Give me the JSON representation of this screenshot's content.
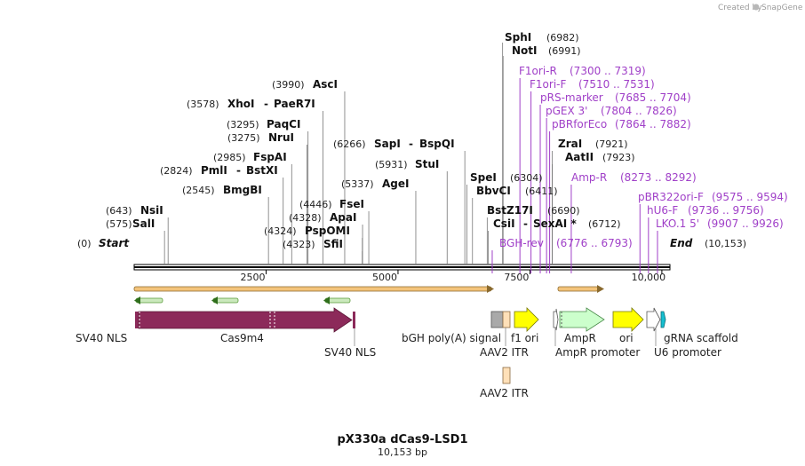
{
  "branding": {
    "created_by": "Created by",
    "app": "SnapGene"
  },
  "plasmid": {
    "name": "pX330a dCas9-LSD1",
    "length_label": "10,153 bp",
    "length": 10153
  },
  "ends": {
    "start": {
      "label": "Start",
      "pos": "(0)"
    },
    "end": {
      "label": "End",
      "pos": "(10,153)"
    }
  },
  "ticks": [
    {
      "bp": 2500,
      "label": "2500"
    },
    {
      "bp": 5000,
      "label": "5000"
    },
    {
      "bp": 7500,
      "label": "7500"
    },
    {
      "bp": 10000,
      "label": "10,000"
    }
  ],
  "sites": [
    {
      "name": "SphI",
      "pos": "(6982)",
      "bp": 6982
    },
    {
      "name": "NotI",
      "pos": "(6991)",
      "bp": 6991
    },
    {
      "name": "AscI",
      "pos": "(3990)",
      "bp": 3990
    },
    {
      "name": "XhoI",
      "pos": "(3578)",
      "bp": 3578,
      "extra": "PaeR7I"
    },
    {
      "name": "PaqCI",
      "pos": "(3295)",
      "bp": 3295
    },
    {
      "name": "NruI",
      "pos": "(3275)",
      "bp": 3275
    },
    {
      "name": "SapI",
      "pos": "(6266)",
      "bp": 6266,
      "extra": "BspQI"
    },
    {
      "name": "FspAI",
      "pos": "(2985)",
      "bp": 2985
    },
    {
      "name": "PmlI",
      "pos": "(2824)",
      "bp": 2824,
      "extra": "BstXI"
    },
    {
      "name": "StuI",
      "pos": "(5931)",
      "bp": 5931
    },
    {
      "name": "AgeI",
      "pos": "(5337)",
      "bp": 5337
    },
    {
      "name": "BmgBI",
      "pos": "(2545)",
      "bp": 2545
    },
    {
      "name": "SpeI",
      "pos": "(6304)",
      "bp": 6304
    },
    {
      "name": "BbvCI",
      "pos": "(6411)",
      "bp": 6411
    },
    {
      "name": "FseI",
      "pos": "(4446)",
      "bp": 4446
    },
    {
      "name": "NsiI",
      "pos": "(643)",
      "bp": 643
    },
    {
      "name": "ApaI",
      "pos": "(4328)",
      "bp": 4328
    },
    {
      "name": "BstZ17I",
      "pos": "(6690)",
      "bp": 6690
    },
    {
      "name": "SalI",
      "pos": "(575)",
      "bp": 575
    },
    {
      "name": "PspOMI",
      "pos": "(4324)",
      "bp": 4324
    },
    {
      "name": "CsiI",
      "pos": "(6712)",
      "bp": 6712,
      "extra": "SexAI *"
    },
    {
      "name": "SfiI",
      "pos": "(4323)",
      "bp": 4323
    },
    {
      "name": "ZraI",
      "pos": "(7921)",
      "bp": 7921
    },
    {
      "name": "AatII",
      "pos": "(7923)",
      "bp": 7923
    }
  ],
  "primers": [
    {
      "name": "F1ori-R",
      "range": "(7300 .. 7319)",
      "bp": 7310
    },
    {
      "name": "F1ori-F",
      "range": "(7510 .. 7531)",
      "bp": 7520
    },
    {
      "name": "pRS-marker",
      "range": "(7685 .. 7704)",
      "bp": 7695
    },
    {
      "name": "pGEX 3'",
      "range": "(7804 .. 7826)",
      "bp": 7815
    },
    {
      "name": "pBRforEco",
      "range": "(7864 .. 7882)",
      "bp": 7873
    },
    {
      "name": "Amp-R",
      "range": "(8273 .. 8292)",
      "bp": 8283
    },
    {
      "name": "pBR322ori-F",
      "range": "(9575 .. 9594)",
      "bp": 9585
    },
    {
      "name": "hU6-F",
      "range": "(9736 .. 9756)",
      "bp": 9746
    },
    {
      "name": "LKO.1 5'",
      "range": "(9907 .. 9926)",
      "bp": 9917
    },
    {
      "name": "BGH-rev",
      "range": "(6776 .. 6793)",
      "bp": 6785
    }
  ],
  "features": [
    {
      "name": "SV40 NLS",
      "label": "SV40 NLS"
    },
    {
      "name": "Cas9m4",
      "label": "Cas9m4"
    },
    {
      "name": "SV40 NLS 2",
      "label": "SV40 NLS"
    },
    {
      "name": "bGH poly(A) signal",
      "label": "bGH poly(A) signal"
    },
    {
      "name": "AAV2 ITR",
      "label": "AAV2 ITR"
    },
    {
      "name": "f1 ori",
      "label": "f1 ori"
    },
    {
      "name": "AmpR promoter",
      "label": "AmpR promoter"
    },
    {
      "name": "AmpR",
      "label": "AmpR"
    },
    {
      "name": "ori",
      "label": "ori"
    },
    {
      "name": "U6 promoter",
      "label": "U6 promoter"
    },
    {
      "name": "gRNA scaffold",
      "label": "gRNA scaffold"
    },
    {
      "name": "AAV2 ITR 2",
      "label": "AAV2 ITR"
    }
  ],
  "colors": {
    "cas9": "#8c2a5a",
    "arrow_yellow": "#ffff00",
    "ampr": "#ccffcc",
    "itr": "#ffe0b8",
    "bgh": "#a9a9a9",
    "scaffold": "#17becf",
    "orf_orange": "#f3c37a",
    "orf_green": "#69b84a",
    "primer_violet": "#a040c8",
    "backbone": "#000000"
  }
}
